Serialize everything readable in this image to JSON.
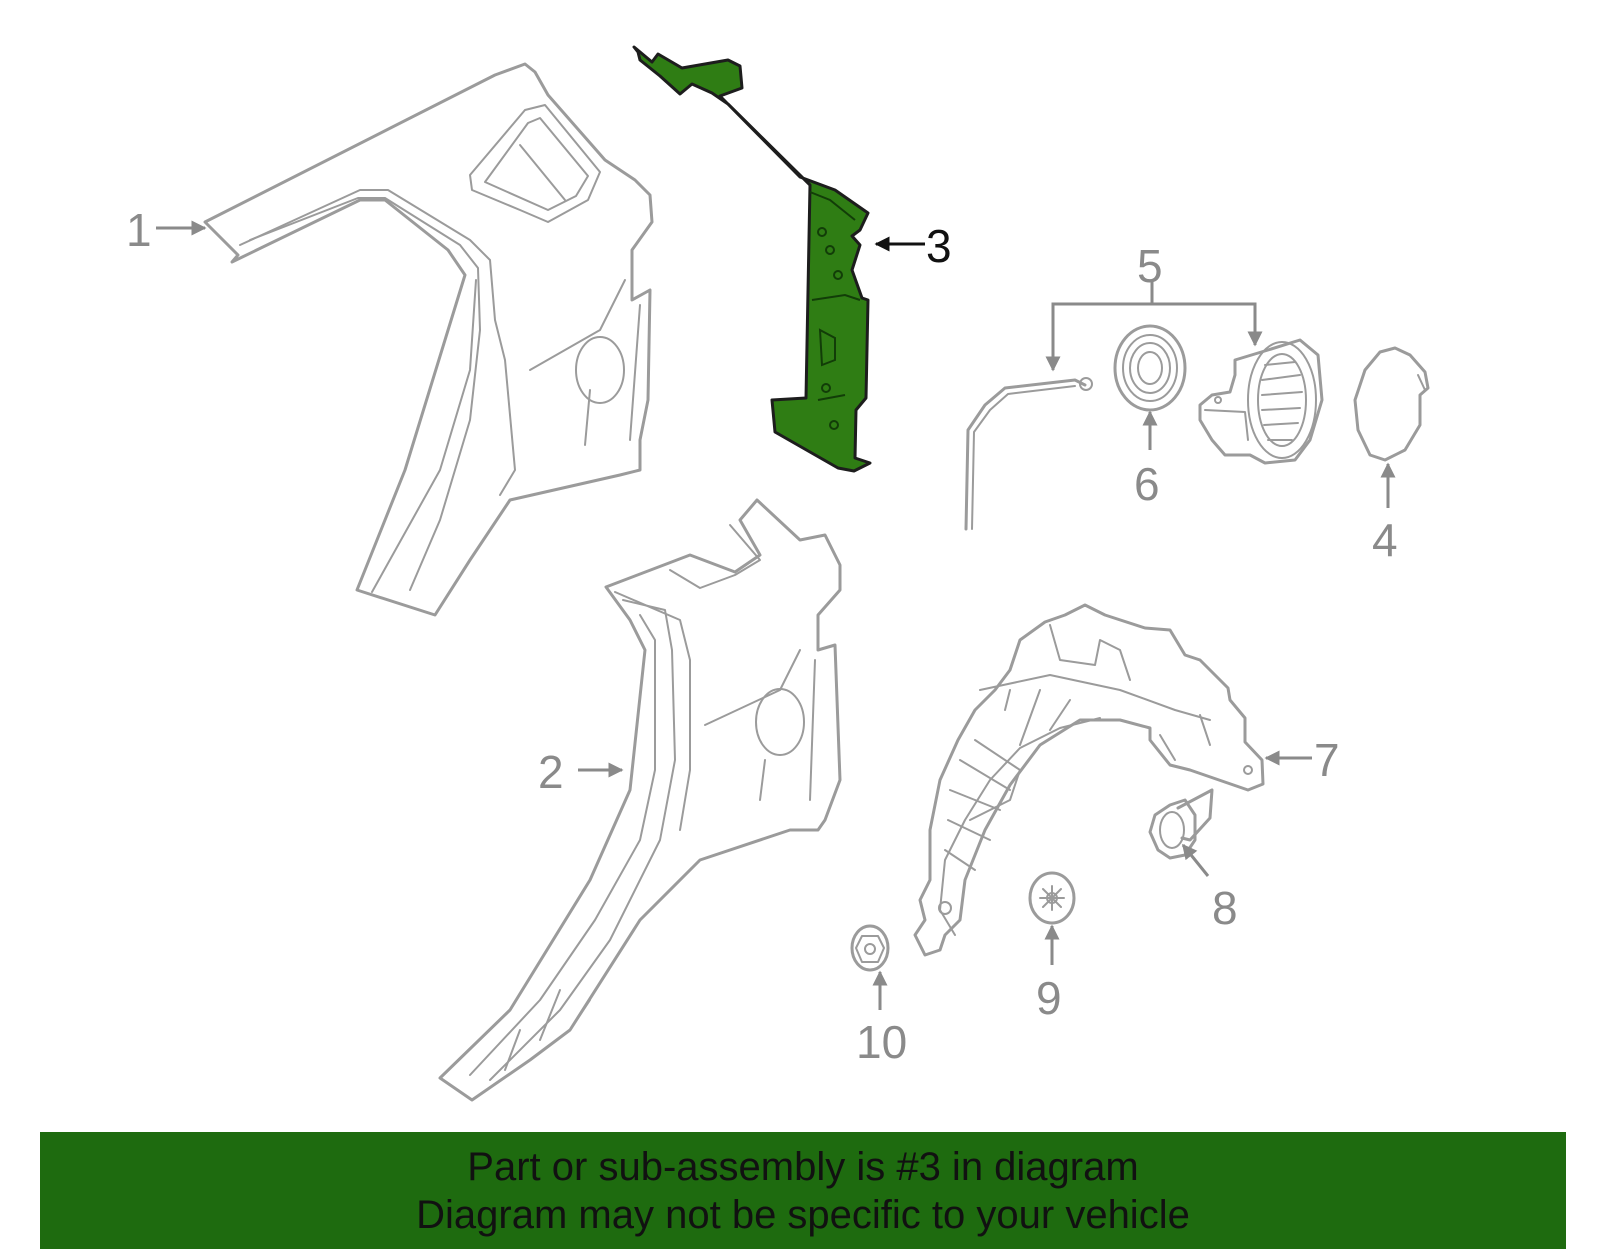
{
  "colors": {
    "highlight_fill": "#2f7d14",
    "banner_background": "#1e6b0f",
    "part_outline": "#9b9b9b",
    "callout_gray": "#8a8a8a",
    "callout_active": "#111111"
  },
  "callouts": {
    "c1": "1",
    "c2": "2",
    "c3": "3",
    "c4": "4",
    "c5": "5",
    "c6": "6",
    "c7": "7",
    "c8": "8",
    "c9": "9",
    "c10": "10"
  },
  "highlighted_part": "3",
  "banner": {
    "line1": "Part or sub-assembly is #3 in diagram",
    "line2": "Diagram may not be specific to your vehicle"
  }
}
